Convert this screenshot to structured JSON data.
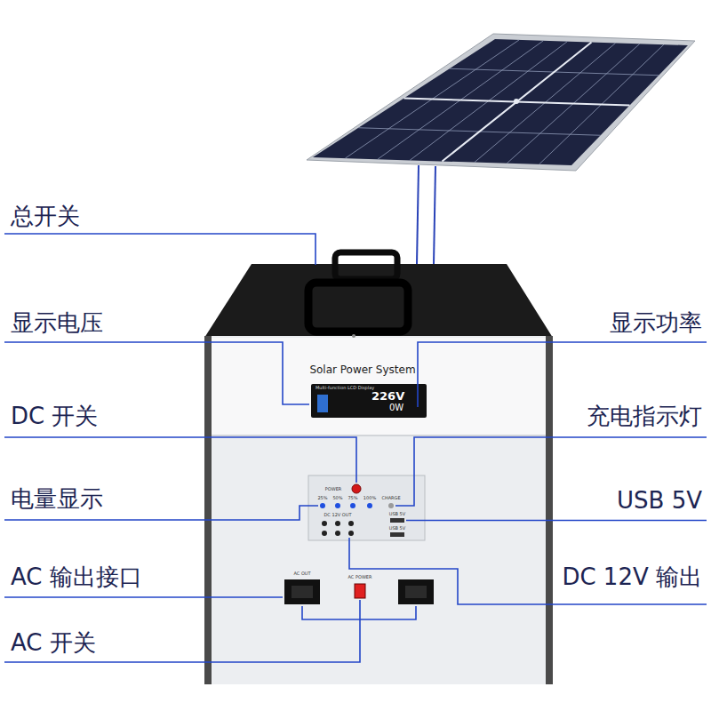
{
  "diagram": {
    "nodes": [
      {
        "text": [
          "Solar Power System"
        ]
      },
      {
        "text": [
          "Multi-function LCD Display",
          "226V",
          "0W"
        ],
        "in": 0
      },
      {
        "text": [
          "POWER",
          "25%",
          "50%",
          "75%",
          "100%",
          "CHARGE",
          "USB 5V",
          "DC 12V OUT",
          "USB 5V"
        ],
        "in": 0
      }
    ],
    "labels": [
      "总开关",
      "显示电压",
      "DC 开关",
      "电量显示",
      "AC 输出接口",
      "AC 开关",
      "显示功率",
      "充电指示灯",
      "USB 5V",
      "DC 12V 输出",
      "AC OUT",
      "AC POWER"
    ]
  }
}
